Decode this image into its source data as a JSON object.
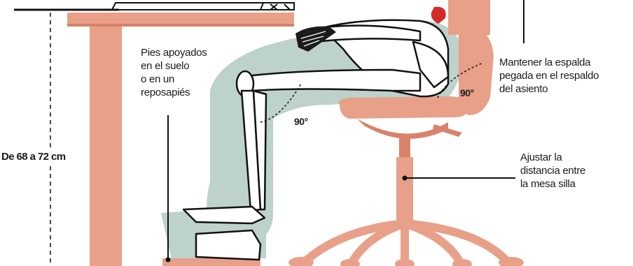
{
  "labels": {
    "feet": [
      "Pies apoyados",
      "en el suelo",
      "o en un",
      "reposapiés"
    ],
    "back": [
      "Mantener la espalda",
      "pegada en el respaldo",
      "del asiento"
    ],
    "adjust": [
      "Ajustar la",
      "distancia entre",
      "la mesa silla"
    ],
    "height": "De 68 a 72 cm",
    "angle_knee": "90°",
    "angle_hip": "90°"
  },
  "colors": {
    "furniture": "#e8a088",
    "furniture_dark": "#d9826a",
    "figure_shadow": "#bcd2cb",
    "outline": "#111111",
    "accent_red": "#d42a2a"
  }
}
